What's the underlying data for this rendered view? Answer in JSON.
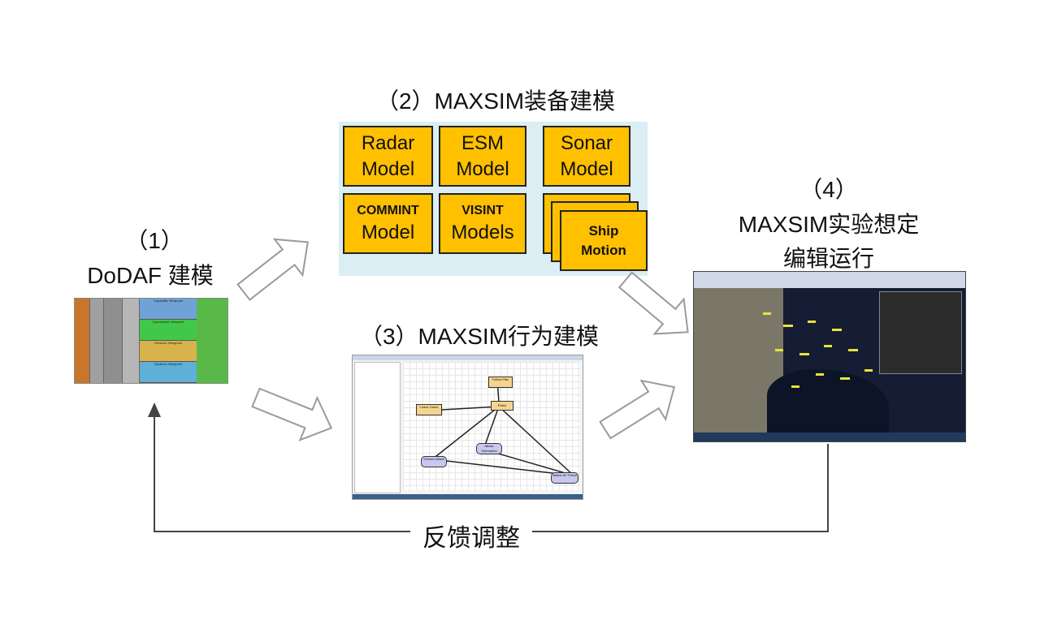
{
  "step1": {
    "num": "（1）",
    "title": "DoDAF 建模"
  },
  "step2": {
    "title": "（2）MAXSIM装备建模",
    "models": [
      {
        "line1": "Radar",
        "line2": "Model"
      },
      {
        "line1": "ESM",
        "line2": "Model"
      },
      {
        "line1": "Sonar",
        "line2": "Model"
      },
      {
        "line1": "COMMINT",
        "line2": "Model"
      },
      {
        "line1": "VISINT",
        "line2": "Models"
      },
      {
        "line1": "Ship",
        "line2": "Motion"
      }
    ]
  },
  "step3": {
    "title": "（3）MAXSIM行为建模"
  },
  "step4": {
    "num": "（4）",
    "line1": "MAXSIM实验想定",
    "line2": "编辑运行"
  },
  "feedback": {
    "label": "反馈调整"
  },
  "dodaf_thumb": {
    "rows": [
      "Capability Viewpoint",
      "Operational Viewpoint",
      "Services Viewpoint",
      "Systems Viewpoint"
    ]
  },
  "behavior_thumb": {
    "nodes": [
      "Follow Plan",
      "Leave Game",
      "Patrol",
      "Attack Submarine",
      "Surface Attack",
      "Attack Air Threat"
    ]
  },
  "colors": {
    "model_fill": "#ffc000",
    "panel_bg": "#daeef3",
    "arrow_fill": "#ffffff",
    "arrow_stroke": "#9a9a9a"
  }
}
